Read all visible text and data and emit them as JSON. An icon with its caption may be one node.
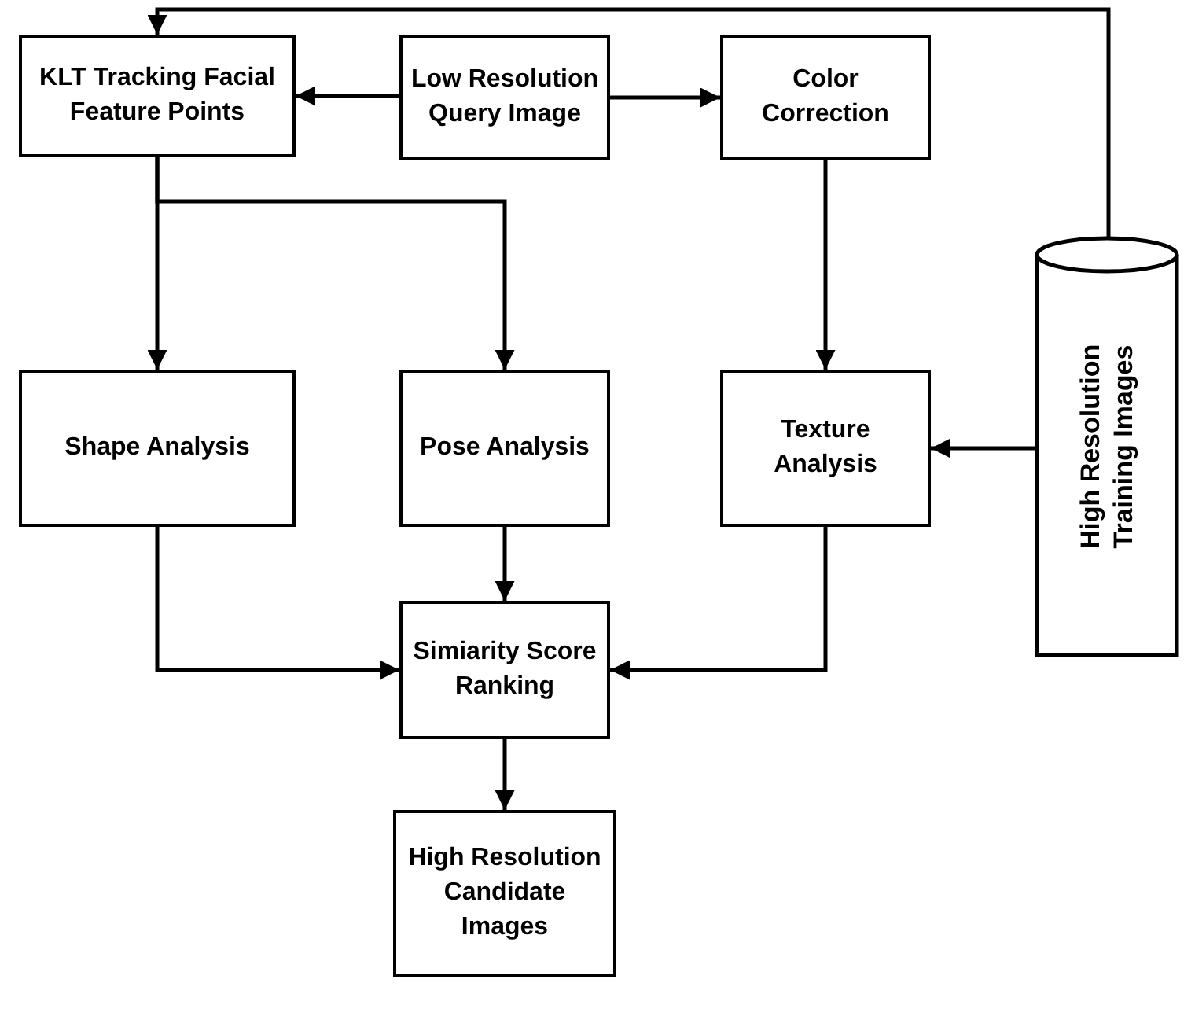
{
  "diagram": {
    "nodes": [
      {
        "text": [
          "KLT Tracking Facial Feature Points"
        ]
      },
      {
        "text": [
          "Low Resolution Query Image"
        ]
      },
      {
        "text": [
          "Color Correction"
        ]
      },
      {
        "text": [
          "Shape Analysis"
        ]
      },
      {
        "text": [
          "Pose Analysis"
        ]
      },
      {
        "text": [
          "Texture Analysis"
        ]
      },
      {
        "text": [
          "High Resolution Training Images"
        ]
      },
      {
        "text": [
          "Simiarity Score Ranking"
        ]
      },
      {
        "text": [
          "High Resolution Candidate Images"
        ]
      }
    ],
    "edges": [
      {
        "from": 1,
        "to": 0,
        "arrow": "to"
      },
      {
        "from": 1,
        "to": 2,
        "arrow": "to"
      },
      {
        "from": 0,
        "to": 3,
        "arrow": "to"
      },
      {
        "from": 0,
        "to": 4,
        "arrow": "to"
      },
      {
        "from": 2,
        "to": 5,
        "arrow": "to"
      },
      {
        "from": 6,
        "to": 5,
        "arrow": "to"
      },
      {
        "from": 6,
        "to": 0,
        "arrow": "to"
      },
      {
        "from": 3,
        "to": 7,
        "arrow": "to"
      },
      {
        "from": 4,
        "to": 7,
        "arrow": "to"
      },
      {
        "from": 5,
        "to": 7,
        "arrow": "to"
      },
      {
        "from": 7,
        "to": 8,
        "arrow": "to"
      }
    ]
  }
}
